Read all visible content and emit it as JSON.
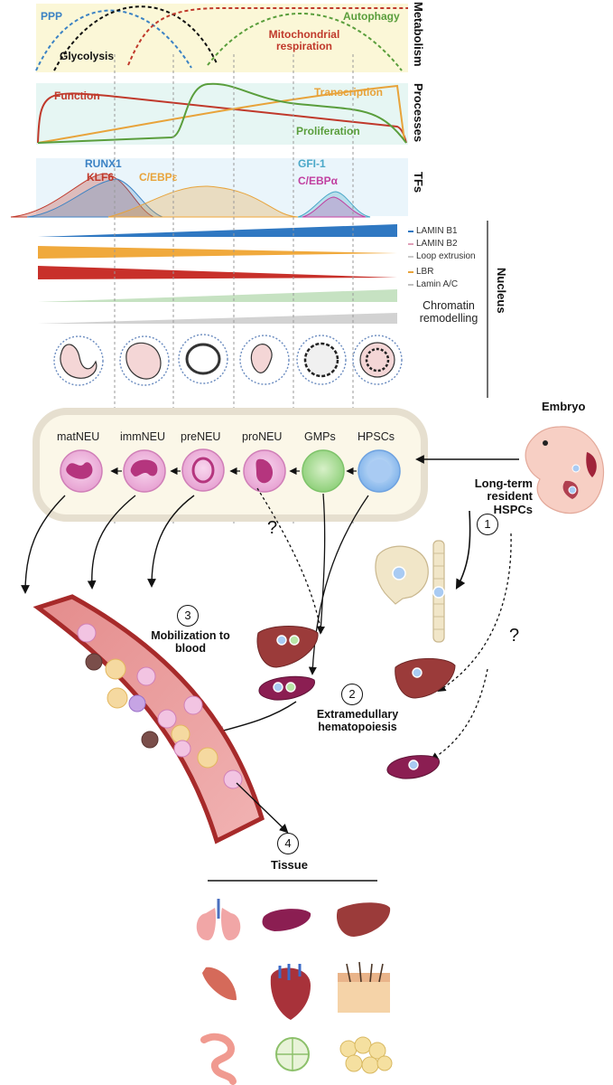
{
  "metabolism": {
    "section": "Metabolism",
    "ppp": "PPP",
    "glycolysis": "Glycolysis",
    "mito": "Mitochondrial respiration",
    "autophagy": "Autophagy"
  },
  "processes": {
    "section": "Processes",
    "function": "Function",
    "transcription": "Transcription",
    "proliferation": "Proliferation"
  },
  "tfs": {
    "section": "TFs",
    "runx1": "RUNX1",
    "klf6": "KLF6",
    "cebpe": "C/EBPε",
    "gfi1": "GFI-1",
    "cebpa": "C/EBPα"
  },
  "nucleus": {
    "section": "Nucleus",
    "legend": [
      "LAMIN B1",
      "LAMIN B2",
      "Loop extrusion",
      "LBR",
      "Lamin A/C"
    ],
    "chromatin": "Chromatin remodelling"
  },
  "stages": [
    "matNEU",
    "immNEU",
    "preNEU",
    "proNEU",
    "GMPs",
    "HPSCs"
  ],
  "labels": {
    "embryo": "Embryo",
    "long_term": "Long-term resident HSPCs",
    "mobilization": "Mobilization to blood",
    "extramedullary": "Extramedullary hematopoiesis",
    "tissue": "Tissue",
    "n1": "1",
    "n2": "2",
    "n3": "3",
    "n4": "4",
    "q": "?"
  },
  "colors": {
    "ppp": "#3b82c4",
    "mito": "#c0392b",
    "autophagy": "#5a9e3c",
    "transcription": "#e8a33a",
    "runx1": "#3b82c4",
    "klf6": "#c0392b",
    "cebpe": "#e8a33a",
    "gfi1": "#4aa8c8",
    "cebpa": "#c13fa0",
    "lamin_b1": "#2f78c2",
    "lamin_b2": "#e0a0b8",
    "loop": "#c9c9c9",
    "lbr": "#e8a33a",
    "lamin_ac": "#c0c0c0"
  }
}
